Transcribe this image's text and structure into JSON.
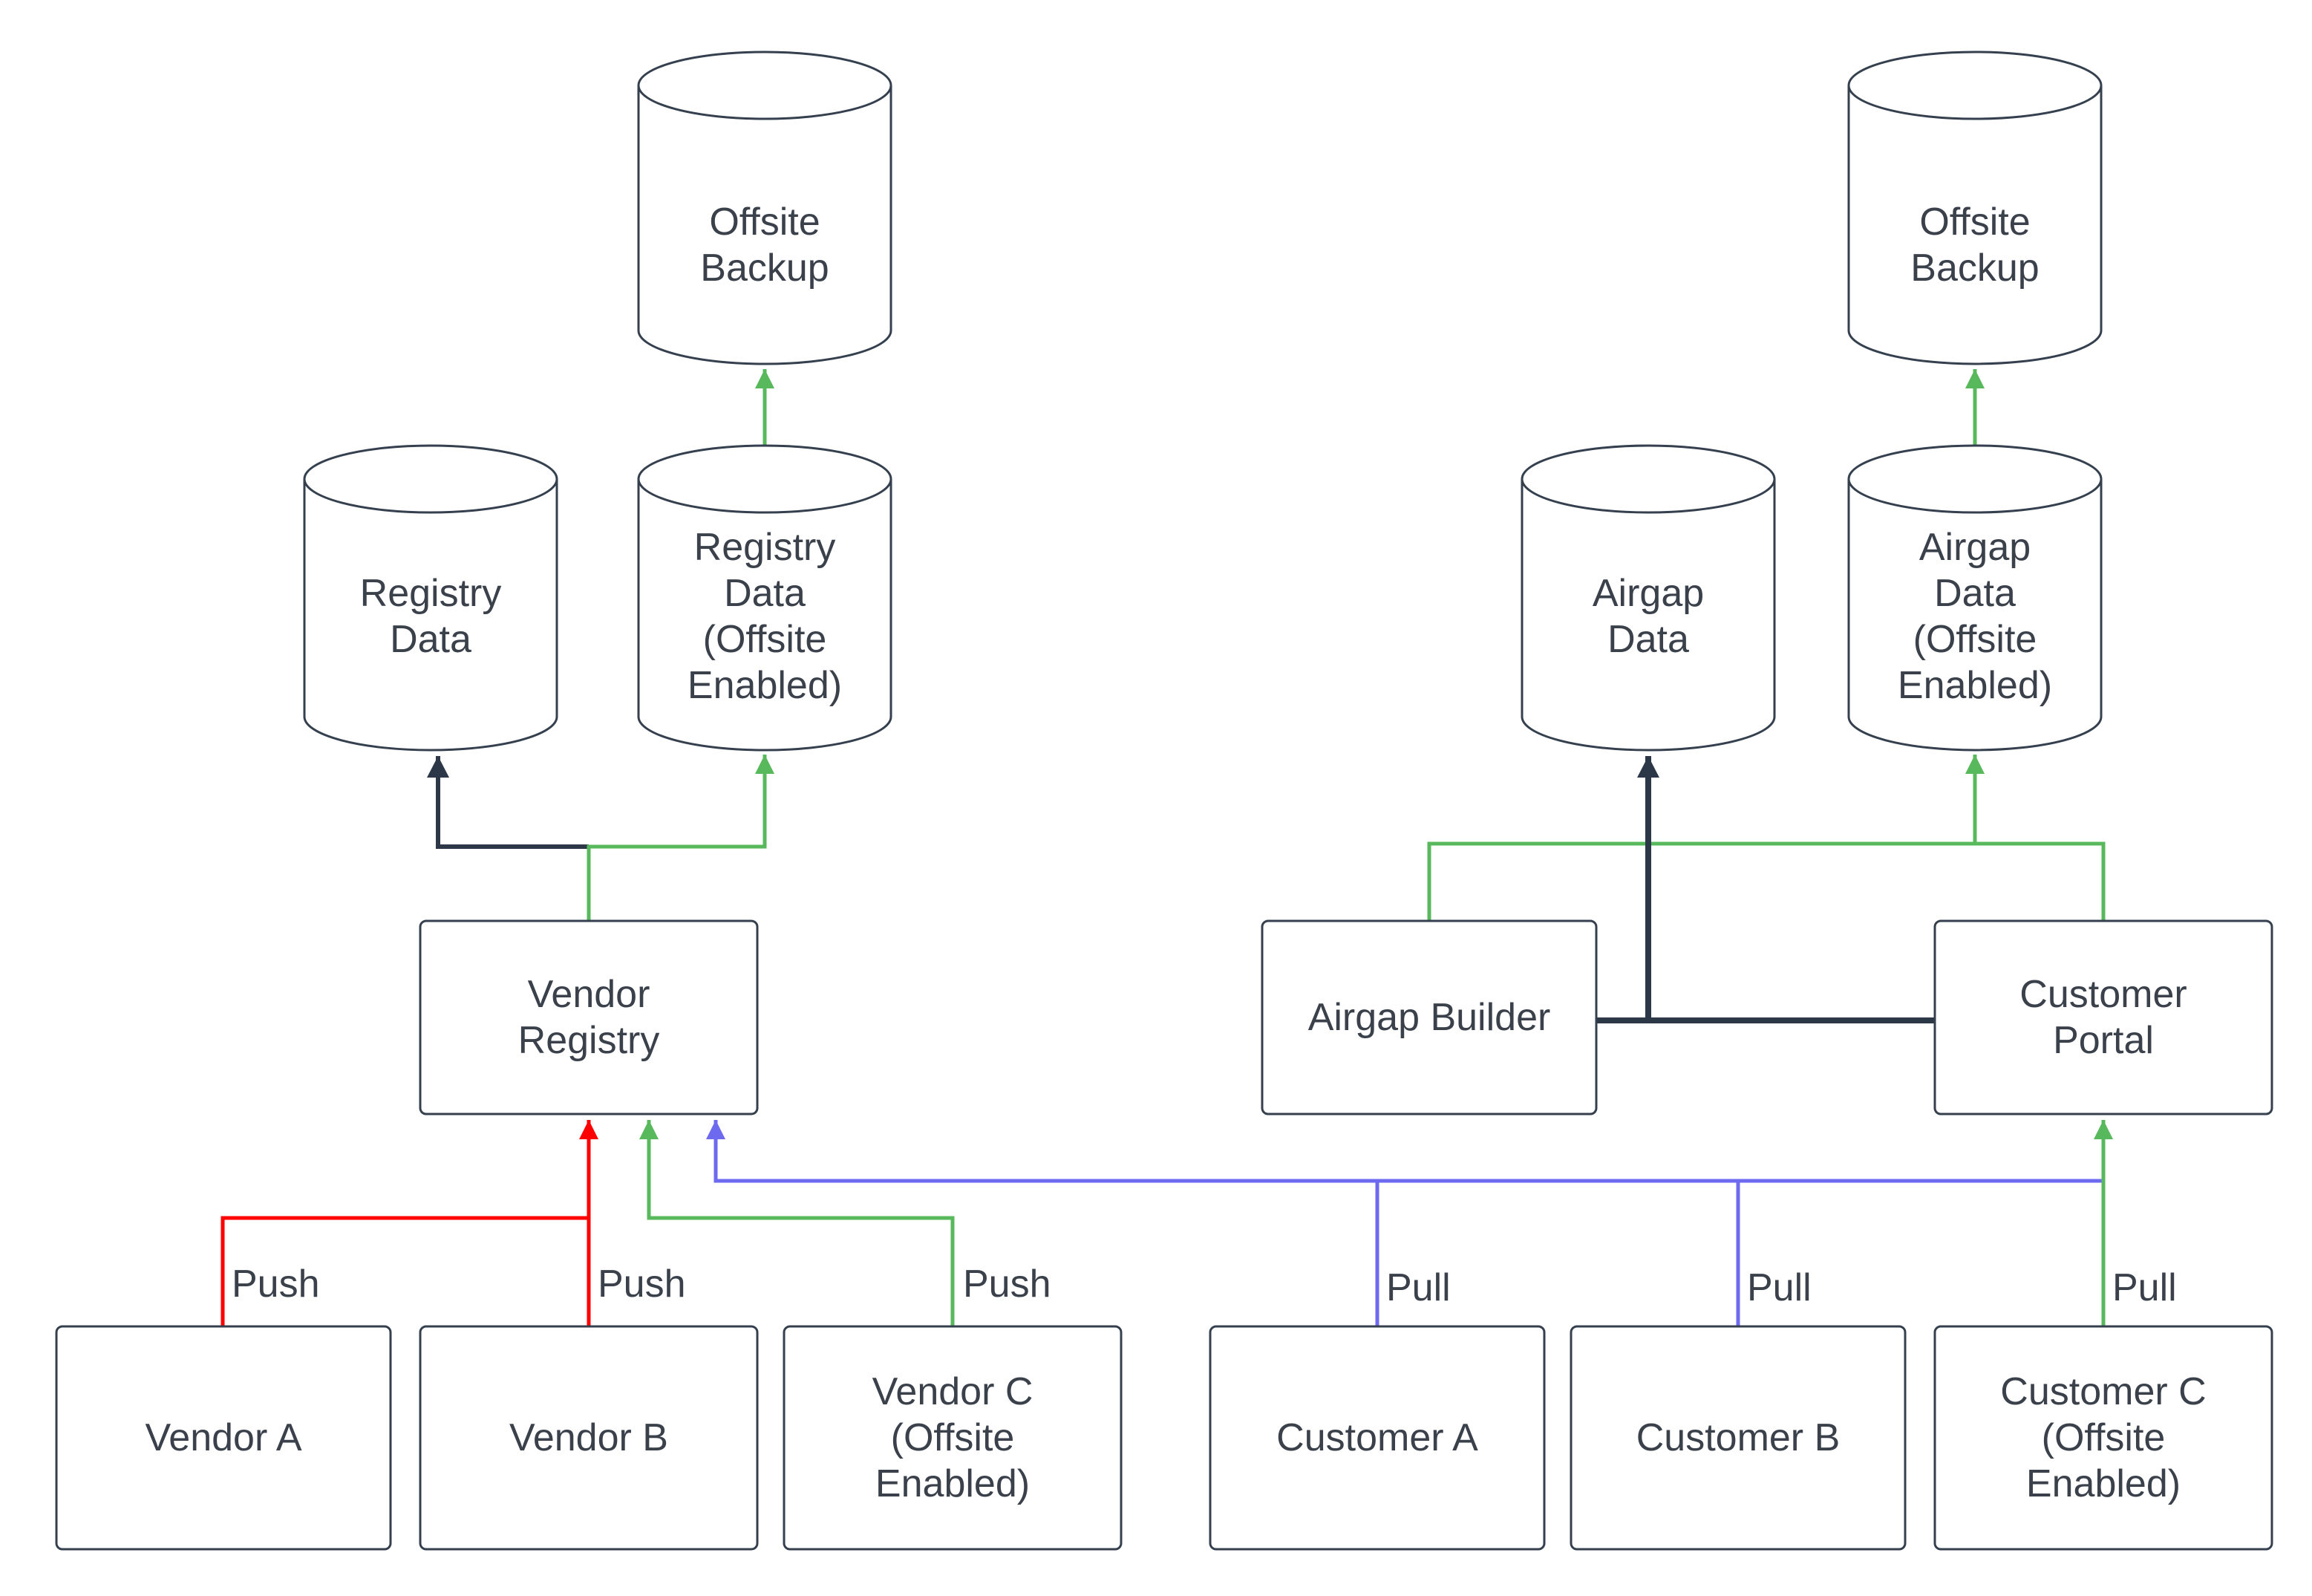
{
  "colors": {
    "node_stroke": "#35404e",
    "text": "#3a414b",
    "push_red": "#ff0000",
    "offsite_green": "#58b85c",
    "pull_blue": "#6e6af0",
    "data_dark": "#2c3747"
  },
  "nodes": {
    "offsite_backup_left": {
      "label": "Offsite Backup",
      "type": "cylinder"
    },
    "registry_data": {
      "label": "Registry Data",
      "type": "cylinder"
    },
    "registry_data_offsite": {
      "label": "Registry Data (Offsite Enabled)",
      "type": "cylinder"
    },
    "vendor_registry": {
      "label": "Vendor Registry",
      "type": "box"
    },
    "vendor_a": {
      "label": "Vendor A",
      "type": "box"
    },
    "vendor_b": {
      "label": "Vendor B",
      "type": "box"
    },
    "vendor_c": {
      "label": "Vendor C (Offsite Enabled)",
      "type": "box"
    },
    "airgap_builder": {
      "label": "Airgap Builder",
      "type": "box"
    },
    "airgap_data": {
      "label": "Airgap Data",
      "type": "cylinder"
    },
    "airgap_data_offsite": {
      "label": "Airgap Data (Offsite Enabled)",
      "type": "cylinder"
    },
    "offsite_backup_right": {
      "label": "Offsite Backup",
      "type": "cylinder"
    },
    "customer_portal": {
      "label": "Customer Portal",
      "type": "box"
    },
    "customer_a": {
      "label": "Customer A",
      "type": "box"
    },
    "customer_b": {
      "label": "Customer B",
      "type": "box"
    },
    "customer_c": {
      "label": "Customer C (Offsite Enabled)",
      "type": "box"
    }
  },
  "edge_labels": {
    "vendor_a_push": "Push",
    "vendor_b_push": "Push",
    "vendor_c_push": "Push",
    "customer_a_pull": "Pull",
    "customer_b_pull": "Pull",
    "customer_c_pull": "Pull"
  }
}
